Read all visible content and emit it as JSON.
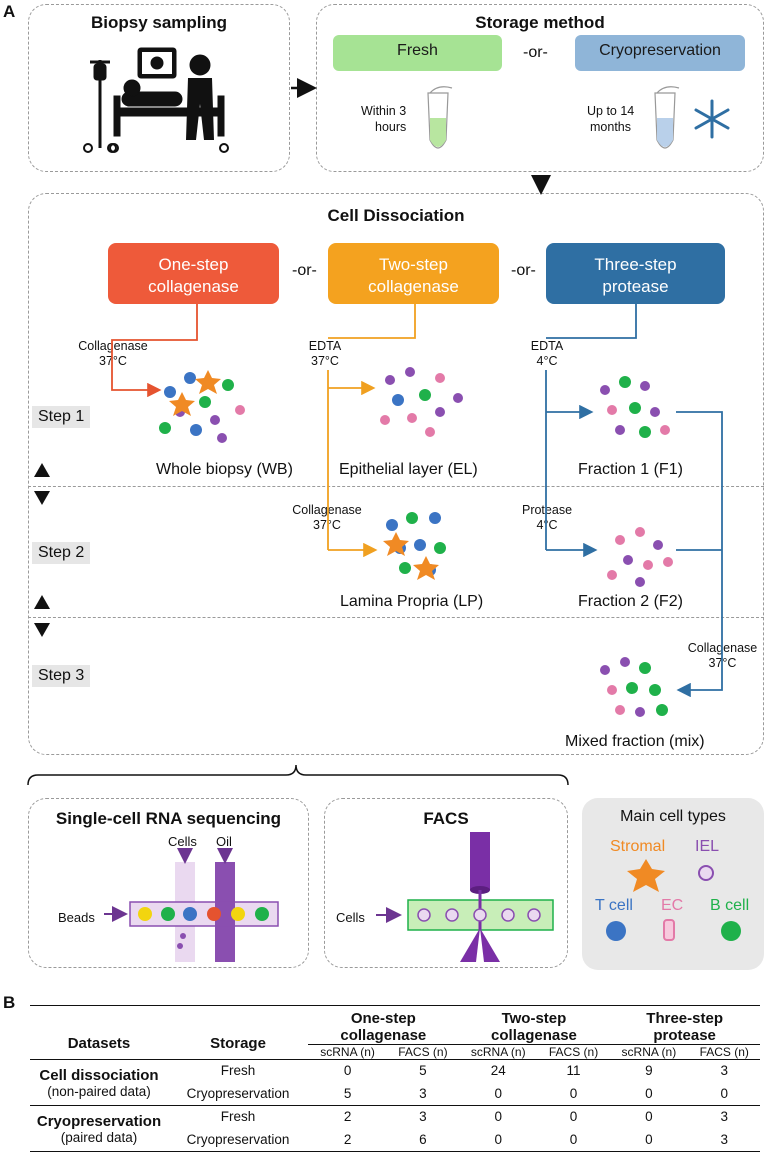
{
  "panel_a": "A",
  "panel_b": "B",
  "biopsy": {
    "title": "Biopsy sampling"
  },
  "storage": {
    "title": "Storage method",
    "fresh": "Fresh",
    "or": "-or-",
    "cryo": "Cryopreservation",
    "fresh_note_1": "Within 3",
    "fresh_note_2": "hours",
    "cryo_note_1": "Up to 14",
    "cryo_note_2": "months"
  },
  "dissociation": {
    "title": "Cell Dissociation",
    "methods": [
      {
        "line1": "One-step",
        "line2": "collagenase",
        "color": "#ee5a3a"
      },
      {
        "line1": "Two-step",
        "line2": "collagenase",
        "color": "#f4a21f"
      },
      {
        "line1": "Three-step",
        "line2": "protease",
        "color": "#2f6fa3"
      }
    ],
    "or": "-or-",
    "conditions": {
      "wb_1": "Collagenase",
      "wb_2": "37°C",
      "el_1": "EDTA",
      "el_2": "37°C",
      "f1_1": "EDTA",
      "f1_2": "4°C",
      "lp_1": "Collagenase",
      "lp_2": "37°C",
      "f2_1": "Protease",
      "f2_2": "4°C",
      "mix_1": "Collagenase",
      "mix_2": "37°C"
    },
    "steps": [
      "Step 1",
      "Step 2",
      "Step 3"
    ],
    "fractions": {
      "wb": "Whole biopsy (WB)",
      "el": "Epithelial layer (EL)",
      "f1": "Fraction 1 (F1)",
      "lp": "Lamina Propria (LP)",
      "f2": "Fraction 2 (F2)",
      "mix": "Mixed fraction (mix)"
    }
  },
  "scrna": {
    "title": "Single-cell RNA sequencing",
    "cells": "Cells",
    "oil": "Oil",
    "beads": "Beads"
  },
  "facs": {
    "title": "FACS",
    "cells": "Cells"
  },
  "legend": {
    "title": "Main cell types",
    "stromal": "Stromal",
    "iel": "IEL",
    "tcell": "T cell",
    "ec": "EC",
    "bcell": "B cell",
    "colors": {
      "stromal": "#f08a24",
      "iel": "#8a4fb0",
      "tcell": "#3b74c4",
      "ec": "#e37aa8",
      "bcell": "#1fb14a"
    }
  },
  "table": {
    "col_datasets": "Datasets",
    "col_storage": "Storage",
    "groups": [
      {
        "line1": "One-step",
        "line2": "collagenase"
      },
      {
        "line1": "Two-step",
        "line2": "collagenase"
      },
      {
        "line1": "Three-step",
        "line2": "protease"
      }
    ],
    "sub": [
      "scRNA (n)",
      "FACS (n)",
      "scRNA (n)",
      "FACS (n)",
      "scRNA (n)",
      "FACS (n)"
    ],
    "sections": [
      {
        "name": "Cell dissociation",
        "note": "(non-paired data)",
        "rows": [
          {
            "storage": "Fresh",
            "values": [
              "0",
              "5",
              "24",
              "11",
              "9",
              "3"
            ]
          },
          {
            "storage": "Cryopreservation",
            "values": [
              "5",
              "3",
              "0",
              "0",
              "0",
              "0"
            ]
          }
        ]
      },
      {
        "name": "Cryopreservation",
        "note": "(paired data)",
        "rows": [
          {
            "storage": "Fresh",
            "values": [
              "2",
              "3",
              "0",
              "0",
              "0",
              "3"
            ]
          },
          {
            "storage": "Cryopreservation",
            "values": [
              "2",
              "6",
              "0",
              "0",
              "0",
              "3"
            ]
          }
        ]
      }
    ]
  }
}
